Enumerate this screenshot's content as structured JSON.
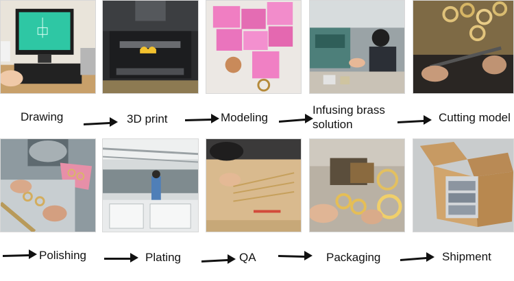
{
  "row1": {
    "steps": [
      {
        "label": "Drawing"
      },
      {
        "label": "3D print"
      },
      {
        "label": "Modeling"
      },
      {
        "label_line1": "Infusing brass",
        "label_line2": "solution"
      },
      {
        "label": "Cutting model"
      }
    ]
  },
  "row2": {
    "steps": [
      {
        "label": "Polishing"
      },
      {
        "label": "Plating"
      },
      {
        "label": "QA"
      },
      {
        "label": "Packaging"
      },
      {
        "label": "Shipment"
      }
    ]
  },
  "arrow_color": "#111111"
}
